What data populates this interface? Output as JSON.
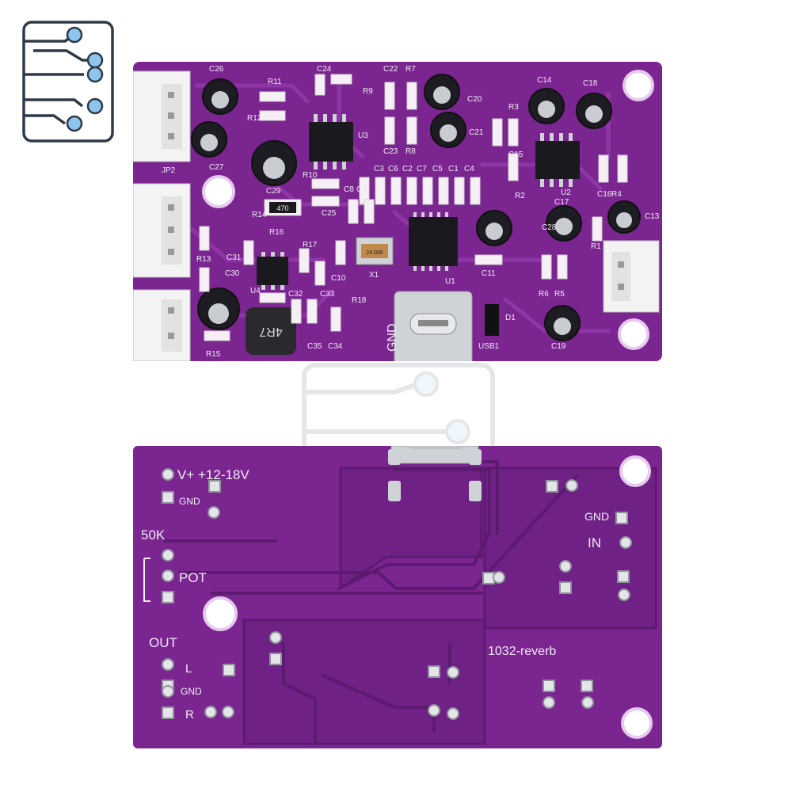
{
  "logo": {
    "icon": "circuit-traces-icon",
    "color": "#2e3a48",
    "accent": "#8ec5ec"
  },
  "colors": {
    "pcb": "#7a2590",
    "pcb_dark": "#5c1a70",
    "trace": "#9a3fb0",
    "silk": "#f2ecf6",
    "connector": "#f3f3f3",
    "metal": "#cfd2d6",
    "chip": "#1a1a1e"
  },
  "top_board": {
    "component_labels": [
      "C26",
      "R11",
      "C24",
      "C22",
      "R7",
      "R9",
      "C20",
      "C14",
      "C18",
      "R3",
      "R12",
      "U3",
      "C21",
      "C15",
      "C23",
      "R8",
      "C27",
      "JP2",
      "C29",
      "R10",
      "C8",
      "C9",
      "C6",
      "C3",
      "C2",
      "C7",
      "C5",
      "C1",
      "C4",
      "R2",
      "U2",
      "C16",
      "R4",
      "C17",
      "C13",
      "R14",
      "C25",
      "C28",
      "R1",
      "R16",
      "R13",
      "C31",
      "R17",
      "C30",
      "X1",
      "U1",
      "C11",
      "R5",
      "R6",
      "C10",
      "U4",
      "C32",
      "C33",
      "R18",
      "D1",
      "C35",
      "C34",
      "USB1",
      "C19",
      "R15",
      "GND"
    ],
    "inductor_label": "4R7",
    "resistor_label": "470",
    "crystal_label": "24.000"
  },
  "bottom_board": {
    "power_label": "V+ +12-18V",
    "gnd_power": "GND",
    "pot_value": "50K",
    "pot_label": "POT",
    "out_label": "OUT",
    "left_label": "L",
    "gnd_out": "GND",
    "right_label": "R",
    "gnd_in": "GND",
    "in_label": "IN",
    "board_name": "1032-reverb"
  }
}
